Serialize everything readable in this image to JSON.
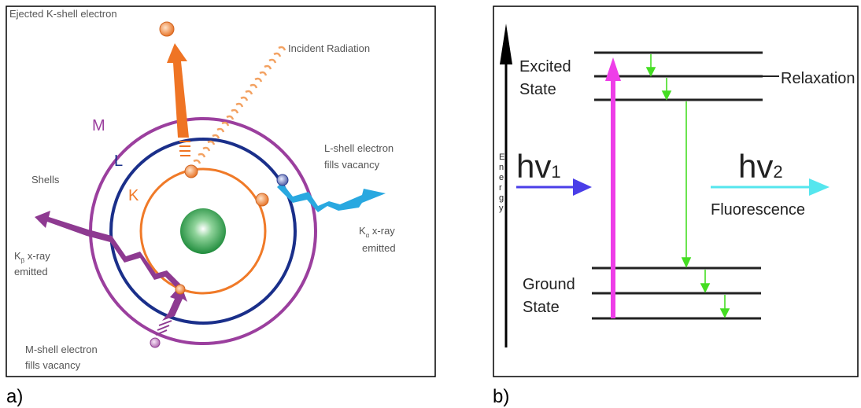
{
  "panel_a": {
    "caption": "a)",
    "labels": {
      "ejected": "Ejected K-shell electron",
      "incident": "Incident Radiation",
      "l_fill_1": "L-shell electron",
      "l_fill_2": "fills  vacancy",
      "shells": "Shells",
      "ka_1": "K",
      "ka_sub": "α",
      "ka_2": " x-ray",
      "ka_3": "emitted",
      "kb_1": "K",
      "kb_sub": "β",
      "kb_2": " x-ray",
      "kb_3": "emitted",
      "m_fill_1": "M-shell electron",
      "m_fill_2": "fills vacancy",
      "shell_m": "M",
      "shell_l": "L",
      "shell_k": "K"
    },
    "colors": {
      "m_shell": "#9b3f9e",
      "l_shell": "#1a2f8a",
      "k_shell": "#f07a28",
      "nucleus": "#2aa04a",
      "electron": "#f39a55",
      "ejected_arrow": "#ef7424",
      "l_arrow": "#29a8e0",
      "kb_arrow": "#8e3a91"
    }
  },
  "panel_b": {
    "caption": "b)",
    "labels": {
      "excited_1": "Excited",
      "excited_2": "State",
      "relaxation": "Relaxation",
      "energy": [
        "E",
        "n",
        "e",
        "r",
        "g",
        "y"
      ],
      "hv1": "hv",
      "hv1_sub": "1",
      "hv2": "hv",
      "hv2_sub": "2",
      "fluorescence": "Fluorescence",
      "ground_1": "Ground",
      "ground_2": "State"
    },
    "colors": {
      "absorption": "#ee3ee8",
      "relaxation_arrow": "#44dd22",
      "hv1_arrow": "#4a3ee8",
      "hv2_arrow": "#55e6ee"
    }
  }
}
